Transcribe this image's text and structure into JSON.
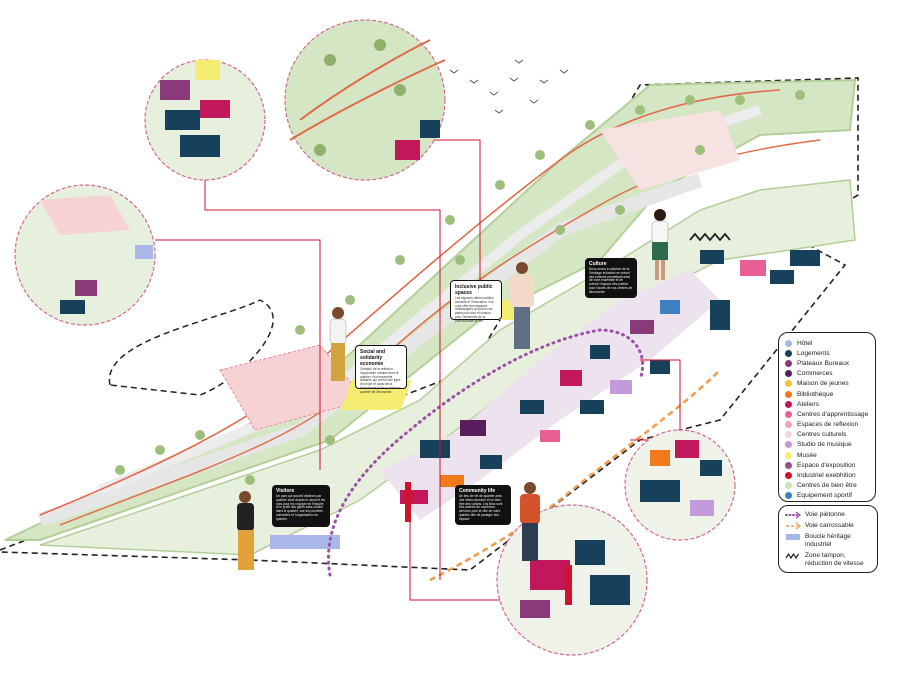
{
  "legend": {
    "items": [
      {
        "label": "Hôtel",
        "color": "#a9b8e8"
      },
      {
        "label": "Logements",
        "color": "#17405a"
      },
      {
        "label": "Plateaux Bureaux",
        "color": "#8a3a78"
      },
      {
        "label": "Commerces",
        "color": "#5a1e5e"
      },
      {
        "label": "Maison de jeunes",
        "color": "#f0c43a"
      },
      {
        "label": "Bibliothèque",
        "color": "#f07a1a"
      },
      {
        "label": "Ateliers",
        "color": "#c2185b"
      },
      {
        "label": "Centres d'apprentissage",
        "color": "#ea5f93"
      },
      {
        "label": "Espaces de reflexion",
        "color": "#f5a0b0"
      },
      {
        "label": "Centres culturels",
        "color": "#f3d6e1"
      },
      {
        "label": "Studio de musique",
        "color": "#c39bdc"
      },
      {
        "label": "Musée",
        "color": "#f5ec72"
      },
      {
        "label": "Espace d'exposition",
        "color": "#9b4d8a"
      },
      {
        "label": "Industriel exebhition",
        "color": "#d0122f"
      },
      {
        "label": "Centres de bien être",
        "color": "#c9e3b5"
      },
      {
        "label": "Equipement sportif",
        "color": "#3e7fc1"
      }
    ]
  },
  "legend2": {
    "items": [
      {
        "label": "Voie piétonne",
        "icon": "dotted-arrow-icon",
        "color": "#9b4fa8"
      },
      {
        "label": "Voie carrossable",
        "icon": "dashed-arrow-icon",
        "color": "#f29a4a"
      },
      {
        "label": "Boucle héritage industriel",
        "icon": "band-icon",
        "color": "#a6b8e6"
      },
      {
        "label": "Zone tampon, réduction de vitesse",
        "icon": "zigzag-icon",
        "color": "#222222"
      }
    ]
  },
  "bubbles": {
    "culture": {
      "title": "Culture",
      "body": "Nous avons à valoriser de la l'héritage industriel en créant des endroits permettant ainsi de vivre ensemble et de prévoir l'espace des publics pour l'accès de nos centres de découverte"
    },
    "inclusive": {
      "title": "Inclusive public spaces",
      "body": "Les espaces offrent publics inclusifs et l'innovation. Les rues offre des espaces multiusagers au prévu une place pour tout et chacun pour l'ensemble de la communauté de vie."
    },
    "social": {
      "title": "Social and solidarity economie",
      "body": "Création de la réflexion l'agriculture urbaine avec le quartier d'un ensemble solidaire qui créent une ligne de projet et aussi de la biodiversité le lieu sociale en quartier de l'économie."
    },
    "visitors": {
      "title": "Visitors",
      "body": "Un parc qui accueil visiteurs par quartier situé depuis le canal et les rues pour les voyager de l'histoire et le profit des gares sans oublier dans le quartier, voir les journées culturelles et l'organisation du quartier."
    },
    "community": {
      "title": "Community life",
      "body": "Un lieu de vie de quartier avec une interconnexion et un bien être des voisins. Les lieux sont très animés de nombreux services pour la ville de notre quartier afin de partager leur espace."
    }
  }
}
